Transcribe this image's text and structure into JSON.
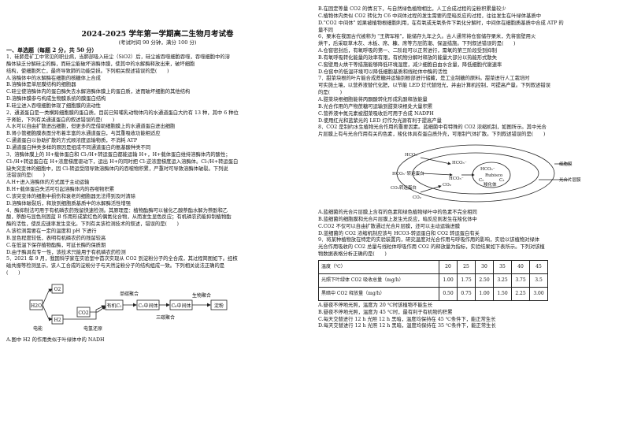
{
  "header": {
    "title": "2024-2025 学年第一学期高二生物月考试卷",
    "subtitle": "(考试时间 90 分钟，满分 100 分)"
  },
  "section1": "一、单选题（每题 2 分，共 50 分）",
  "left_lines": [
    "1．硅肺是矿工中常见的职业病，当肺部吸入硅尘（SiO2）后，硅尘被吞噬细胞吞噬，吞噬细胞中的溶",
    "酶体缺乏分解硅尘的酶，而硅尘能破坏溶酶体膜，使其中的水解酶释放出来，破坏细胞",
    "结构，使细胞死亡，最终导致肺的功能受损。下列相关叙述错误的是(　　)",
    "A.溶酶体中的水解酶在细胞的核糖体上合成",
    "B.溶酶体是单层膜结构的细胞器",
    "C.硅尘使溶酶体内的蛋白酶失去水解溶酶体膜上的蛋白质，进而破坏细胞的其他结构",
    "D.溶酶体膜参与构成生物膜系统的膜蛋白结构",
    "E.硅尘进入吞噬细胞体现了细胞膜的流动性",
    "2．通道蛋白是一类横跨细胞膜的蛋白质，目前已知哺乳动物体内的水通道蛋白大约有 13 种，其中 6 种位",
    "于肾脏，下列有关通道蛋白的叙述错误的是(　　)",
    "A.水可以自由扩散进出细胞，但更多的是借助细胞膜上的水通道蛋白进出细胞",
    "B.肾小管细胞膜表面分布着丰富的水通道蛋白，与其重吸收功能相适应",
    "C.通道蛋白以协助扩散的方式顺浓度运输物质，不消耗 ATP",
    "D.通道蛋白种类多样的原因是组成不同通道蛋白的氨基酸种类不同",
    "3．溶酶体膜上的 H+载体蛋白和 Cl-/H+转运蛋白都能运输 H+，H+载体蛋白维持溶酶体内的酸性；",
    "Cl-/H+转运蛋白在 H+浓度梯度驱动下，运出 H+的同时把 Cl-逆浓度梯度运入溶酶体。Cl-/H+转运蛋白",
    "缺失突变体的细胞中，因 Cl-转运受阻导致溶酶体内的吞噬物积累，严重时可导致溶酶体破裂。下列说",
    "法错误的是(　　)",
    "A.H+进入溶酶体的方式属于主动运输",
    "B.H+载体蛋白失活可引起溶酶体内的吞噬物积累",
    "C.该突变体的细胞中损伤和衰老的细胞器无法得到及时清除",
    "D.溶酶体破裂后，释放到细胞质基质中的水解酶活性增强",
    "4．酶抑制法可用于有机磷农药残留快速检测。其原理是：植物酯酶可以催化乙酸萘酯水解为萘酚和乙",
    "酸，萘酚与显色剂固蓝 B 作用形成紫红色的偶氮化合物，从而发生显色反应；有机磷农药能抑制植物酯",
    "酶的活性，使反应速率发生变化。下列有关该检测技术的叙述，错误的是(　　)",
    "A.该检测需要在一定的温度和 pH 下进行",
    "B.显色程度较低，表明有机磷农药的残留较高",
    "C.在低温下保存植物酯酶，可延长酶的保质期",
    "D.由于酶具有专一性，该技术只能用于有机磷农药检测",
    "5．2021 年 9 月，我国科学家在实验室中首次实现从 CO2 到淀粉分子的全合成，其过程简图如下。经核",
    "磁共振等检测显示，该人工合成的淀粉分子与天然淀粉分子的结构组成一致。下列相关说法正确的是",
    "(　　)"
  ],
  "left_after_fig": "A.图中 H2 的作用类似于叶绿体中的 NADH",
  "fig5": {
    "h2o": "H2O",
    "o2": "O2",
    "h2": "H2",
    "co2": "CO2",
    "c1": "有机C₁",
    "c3": "C₃中间体",
    "c6": "C₆中间体",
    "starch": "淀粉",
    "electrolysis": "电能",
    "reduce": "电氢还原",
    "poly1": "单碳聚合",
    "poly3": "三碳聚合",
    "bio": "生物聚合"
  },
  "right_lines": [
    "B.在固定等量 CO2 的情况下，与自然绿色植物相比，人工合成过程的淀粉积累量较少",
    "C.植物体内类似 CO2 转化为 C6 中间体过程的发生需要的是暗反应的过程，往往发生在叶绿体基质中",
    "D.\"CO2 中间体\" 如果被植物根细胞利用，在有氧或无氧条件下氧化分解时，中间体在细胞质基质中合成 ATP 的",
    "量不同",
    "6．栗米在我国古代被称为 \"王牌军粮\"，能储存九年之久。古人通常将仓窖储存栗米，先将窖壁用火",
    "烘干，后采取草木灰、木板、席、糠、席等方层防潮、保温措施。下列叙述错误的是(　　)",
    "A.仓窖密封后，有氧呼吸的第一、二阶段可以正常进行，需氧的第三阶段受到抑制",
    "B.有氧呼吸转化能量的效率有限，有机物分解时释放的能量大部分以热能形式散失",
    "C.窖壁用火烘干等措施能够降低环境湿度，减少细胞自由水含量，降低细胞代谢速率",
    "D.仓窖中的低温环境可以降低细胞基质和线粒体中酶的活性",
    "7．甜菜块根的叶片能合成蔗糖并运输到根部进行储藏，是工业制糖的原料。甜菜进行人工栽培时",
    "可实施土壤，以营养液替代化肥，以节能 LED 灯代替阳光，并由计算机控制，可提高产量。下列叙述错误",
    "的是(　　)",
    "A.甜菜块根细胞能将丙酮酸转化形成乳酸释放能量",
    "B.光合作用的产物蔗糖可运输到甜菜块根处大量积累",
    "C.营养液中氮元素被甜菜吸收后可用于合成 NADPH",
    "D.使用红光和蓝紫光的 LED 灯作为光源有利于提高产量",
    "8．CO2 是制约水生植物光合作用的重要因素。蓝细菌中有特殊的 CO2 浓缩机制，如图所示。其中光合",
    "片层膜上有与光合作用有关的色素，羧化体具有蛋白质外壳，可限制气体扩散。下列叙述错误的是(　　)"
  ],
  "fig8": {
    "hco3_a": "HCO₃⁻",
    "hco3_b": "HCO₃⁻",
    "hco3_c": "HCO₃⁻",
    "hco3_d": "HCO₃⁻",
    "co2_a": "CO₂",
    "co2_b": "CO₂",
    "rubisco": "Rubisco",
    "c3": "C₃",
    "c5": "C₅",
    "carboxysome": "羧化体",
    "transporter": "HCO₃⁻转运蛋白",
    "co2_transporter": "CO₂转运蛋白",
    "membrane": "细胞膜",
    "lamella": "光合片层膜"
  },
  "right_after_fig": [
    "A.蓝细菌的光合片层膜上含有的色素和绿色植物绿叶中的色素不完全相同",
    "B.蓝细菌的细胞膜和光合片层膜上发生光反应，暗反应则发生在羧化体中",
    "C.CO2 不仅可以自由扩散通过光合片层膜，还可以主动运输进膜",
    "D.蓝细菌的 CO2 浓缩机制应该与 HCO3-转运蛋白和 CO2 转运蛋白有关",
    "9．将某种植物放在特定的实验装置内，研究温度对光合作用与呼吸作用的影响，实验以该植物对绿体",
    "光合作用吸收的 CO2 总量与线粒体呼吸作用 CO2 的释放量为指标，实验结果如下表所示。下列对该植",
    "物数据表格分析正确的是(　　)"
  ],
  "table": {
    "head": "温度（℃）",
    "temps": [
      "20",
      "25",
      "30",
      "35",
      "40",
      "45"
    ],
    "row1_label": "光照下叶绿体 CO2 吸收总量（mg/h）",
    "row1": [
      "1.00",
      "1.75",
      "2.50",
      "3.25",
      "3.75",
      "3.5"
    ],
    "row2_label": "黑暗中 CO2 释放量（mg/h）",
    "row2": [
      "0.50",
      "0.75",
      "1.00",
      "1.50",
      "2.25",
      "3.00"
    ]
  },
  "right_options": [
    "A.昼夜不停地光照，温度为 20 ℃时该植物不能生长",
    "B.昼夜不停地光照，温度为 45 ℃时，最有利于有机物的积累",
    "C.每天交替进行 12 h 光照 12 h 黑暗，温度均保持在 45 ℃条件下，能正常生长",
    "D.每天交替进行 12 h 光照 12 h 黑暗，温度均保持在 35 ℃条件下，能正常生长"
  ]
}
